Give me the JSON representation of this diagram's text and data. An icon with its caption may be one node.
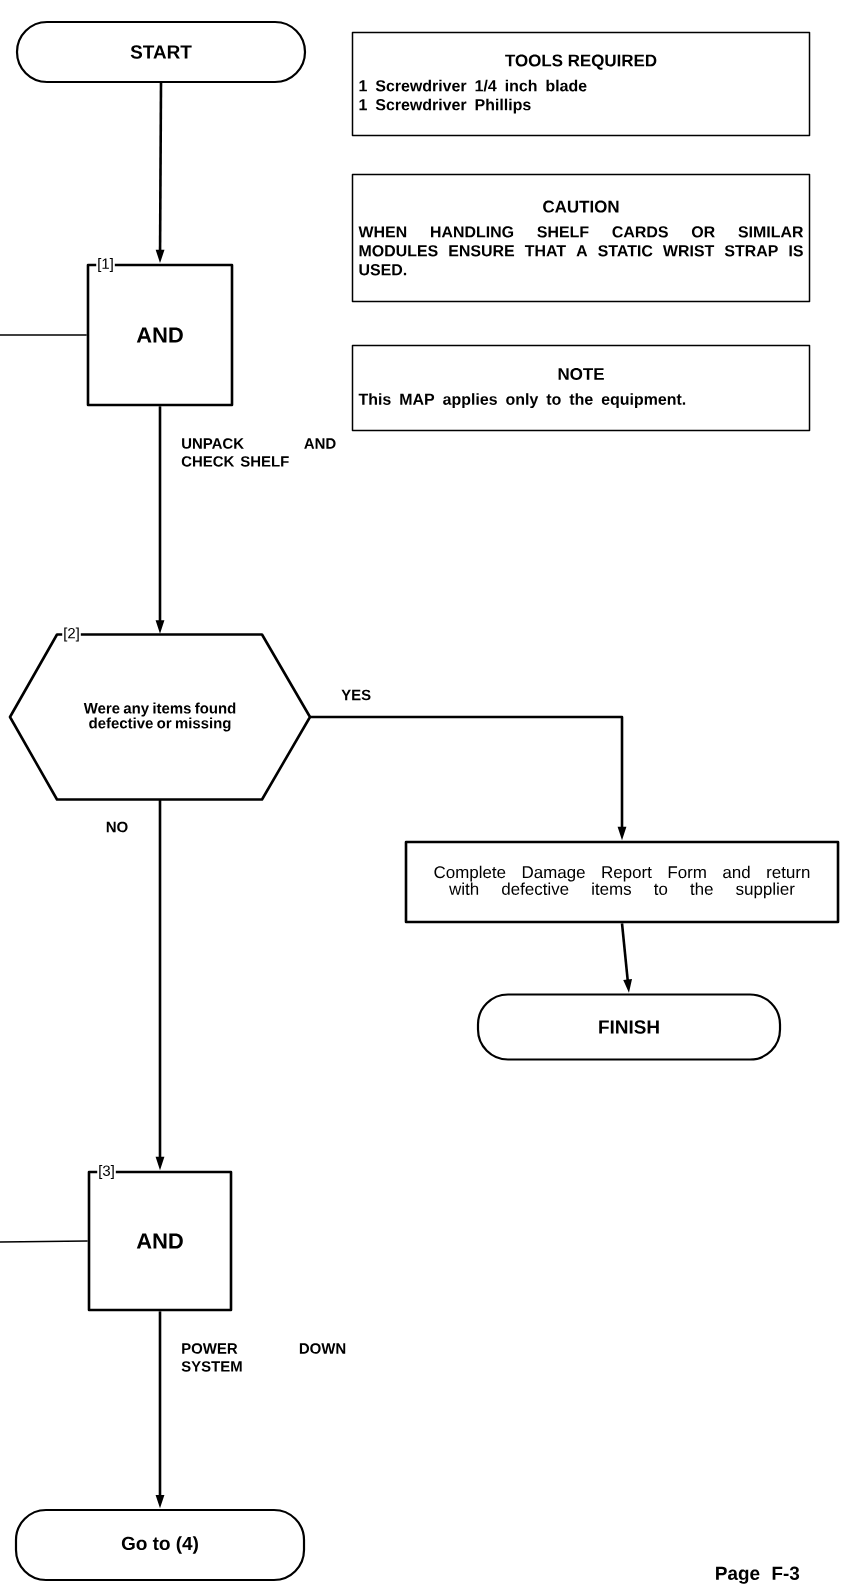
{
  "diagram": {
    "nodes": [
      {
        "text": [
          "START"
        ]
      },
      {
        "text": [
          "TOOLS REQUIRED",
          "1 Screwdriver 1/4 inch blade",
          "1 Screwdriver Phillips"
        ]
      },
      {
        "text": [
          "CAUTION",
          "WHEN HANDLING SHELF CARDS OR SIMILAR MODULES ENSURE THAT A STATIC WRIST STRAP IS USED."
        ]
      },
      {
        "text": [
          "NOTE",
          "This MAP applies only to the equipment."
        ]
      },
      {
        "text": [
          "[1]",
          "AND"
        ]
      },
      {
        "text": [
          "[2]",
          "Were any items found defective or missing"
        ]
      },
      {
        "text": [
          "Complete Damage Report Form and return with defective items to the supplier"
        ]
      },
      {
        "text": [
          "FINISH"
        ]
      },
      {
        "text": [
          "[3]",
          "AND"
        ]
      },
      {
        "text": [
          "Go to (4)"
        ]
      }
    ],
    "edges": [
      {
        "from": 0,
        "to": 4,
        "arrow": "to"
      },
      {
        "from": null,
        "to": 4,
        "arrow": "none"
      },
      {
        "from": 4,
        "to": 5,
        "arrow": "to",
        "label": "UNPACK AND CHECK SHELF"
      },
      {
        "from": 5,
        "to": 6,
        "arrow": "to",
        "label": "YES"
      },
      {
        "from": 6,
        "to": 7,
        "arrow": "to"
      },
      {
        "from": 5,
        "to": 8,
        "arrow": "to",
        "label": "NO"
      },
      {
        "from": null,
        "to": 8,
        "arrow": "none"
      },
      {
        "from": 8,
        "to": 9,
        "arrow": "to",
        "label": "POWER DOWN SYSTEM"
      }
    ],
    "labels": [
      "Page F-3"
    ]
  }
}
